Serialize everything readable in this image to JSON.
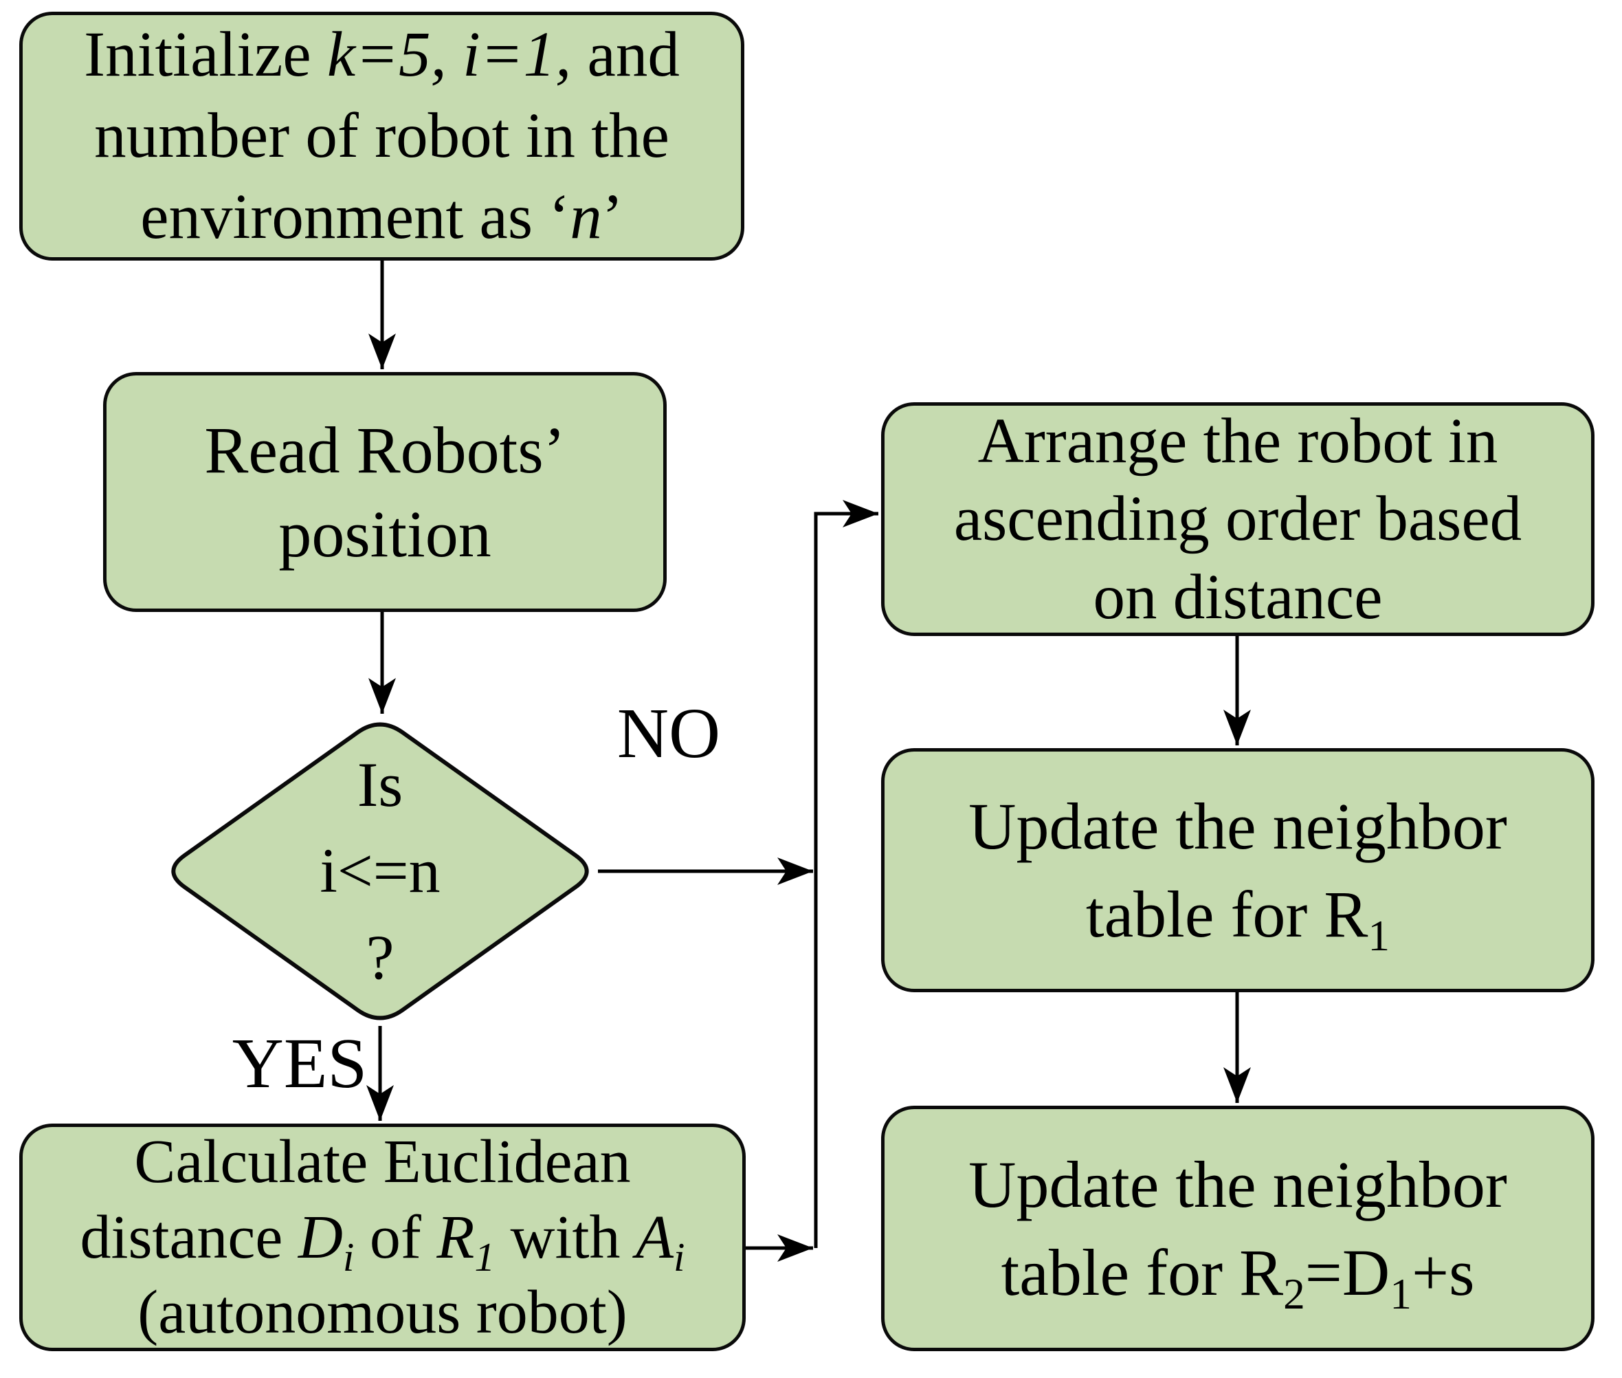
{
  "colors": {
    "background": "#ffffff",
    "box_fill": "#c6dbb0",
    "box_border": "#0a0a0a",
    "arrow": "#000000",
    "text": "#000000"
  },
  "nodes": {
    "initialize": {
      "lines": [
        [
          {
            "t": "Initialize "
          },
          {
            "t": "k=5, i=1,",
            "i": 1
          },
          {
            "t": " and"
          }
        ],
        [
          {
            "t": "number of robot in the"
          }
        ],
        [
          {
            "t": "environment as ‘"
          },
          {
            "t": "n",
            "i": 1
          },
          {
            "t": "’"
          }
        ]
      ]
    },
    "read": {
      "lines": [
        [
          {
            "t": "Read Robots’"
          }
        ],
        [
          {
            "t": "position"
          }
        ]
      ]
    },
    "decision": {
      "lines": [
        [
          {
            "t": "Is"
          }
        ],
        [
          {
            "t": "i<=n"
          }
        ],
        [
          {
            "t": "?"
          }
        ]
      ]
    },
    "calculate": {
      "lines": [
        [
          {
            "t": "Calculate Euclidean"
          }
        ],
        [
          {
            "t": "distance "
          },
          {
            "t": "D",
            "i": 1
          },
          {
            "t": "i",
            "i": 1,
            "s": 1
          },
          {
            "t": " of "
          },
          {
            "t": "R",
            "i": 1
          },
          {
            "t": "1",
            "i": 1,
            "s": 1
          },
          {
            "t": " with "
          },
          {
            "t": "A",
            "i": 1
          },
          {
            "t": "i",
            "i": 1,
            "s": 1
          }
        ],
        [
          {
            "t": "(autonomous robot)"
          }
        ]
      ]
    },
    "arrange": {
      "lines": [
        [
          {
            "t": "Arrange the robot in"
          }
        ],
        [
          {
            "t": "ascending order based"
          }
        ],
        [
          {
            "t": "on distance"
          }
        ]
      ]
    },
    "update_r1": {
      "lines": [
        [
          {
            "t": "Update the neighbor"
          }
        ],
        [
          {
            "t": "table for R"
          },
          {
            "t": "1",
            "s": 1
          }
        ]
      ]
    },
    "update_r2": {
      "lines": [
        [
          {
            "t": "Update the neighbor"
          }
        ],
        [
          {
            "t": "table for R"
          },
          {
            "t": "2",
            "s": 1
          },
          {
            "t": "=D"
          },
          {
            "t": "1",
            "s": 1
          },
          {
            "t": "+s"
          }
        ]
      ]
    }
  },
  "labels": {
    "no": "NO",
    "yes": "YES"
  }
}
